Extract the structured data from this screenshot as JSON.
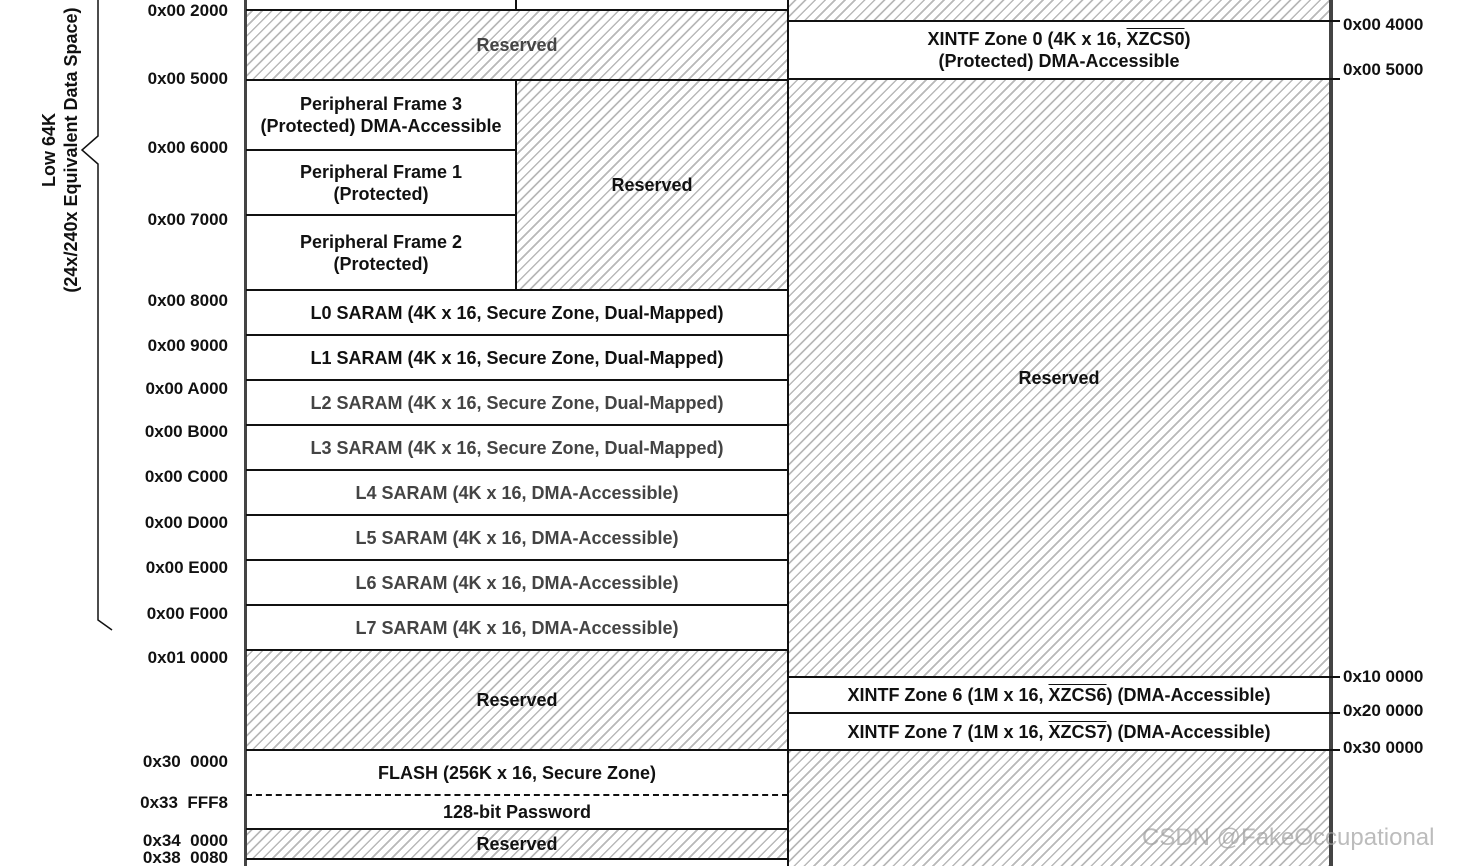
{
  "side_label": {
    "line1": "Low 64K",
    "line2": "(24x/240x Equivalent Data Space)"
  },
  "left_addresses": [
    "0x00 2000",
    "0x00 5000",
    "0x00 6000",
    "0x00 7000",
    "0x00 8000",
    "0x00 9000",
    "0x00 A000",
    "0x00 B000",
    "0x00 C000",
    "0x00 D000",
    "0x00 E000",
    "0x00 F000",
    "0x01 0000",
    "0x30  0000",
    "0x33  FFF8",
    "0x34  0000",
    "0x38  0080"
  ],
  "right_addresses": [
    "0x00 4000",
    "0x00 5000",
    "0x10 0000",
    "0x20 0000",
    "0x30 0000"
  ],
  "blocks": {
    "reserved_a": "Reserved",
    "pf3_line1": "Peripheral Frame 3",
    "pf3_line2": "(Protected) DMA-Accessible",
    "pf1_line1": "Peripheral Frame 1",
    "pf1_line2": "(Protected)",
    "pf2_line1": "Peripheral Frame 2",
    "pf2_line2": "(Protected)",
    "reserved_b": "Reserved",
    "l0": "L0 SARAM (4K x 16, Secure Zone, Dual-Mapped)",
    "l1": "L1 SARAM (4K x 16, Secure Zone, Dual-Mapped)",
    "l2": "L2 SARAM (4K x 16, Secure Zone, Dual-Mapped)",
    "l3": "L3 SARAM (4K x 16, Secure Zone, Dual-Mapped)",
    "l4": "L4 SARAM (4K x 16, DMA-Accessible)",
    "l5": "L5 SARAM (4K x 16, DMA-Accessible)",
    "l6": "L6 SARAM (4K x 16, DMA-Accessible)",
    "l7": "L7 SARAM (4K x 16, DMA-Accessible)",
    "reserved_c": "Reserved",
    "flash": "FLASH (256K x 16, Secure Zone)",
    "password": "128-bit Password",
    "reserved_d": "Reserved",
    "zone0_pre": "XINTF Zone 0 (4K x 16, ",
    "zone0_signal": "XZCS0",
    "zone0_post": ")",
    "zone0_line2": "(Protected) DMA-Accessible",
    "reserved_e": "Reserved",
    "zone6_pre": "XINTF Zone 6 (1M x 16, ",
    "zone6_signal": "XZCS6",
    "zone6_post": ") (DMA-Accessible)",
    "zone7_pre": "XINTF Zone 7 (1M x 16, ",
    "zone7_signal": "XZCS7",
    "zone7_post": ") (DMA-Accessible)"
  },
  "watermark": "CSDN @FakeOccupational"
}
